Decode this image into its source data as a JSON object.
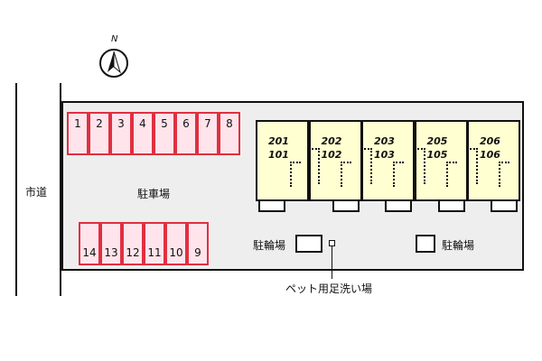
{
  "labels": {
    "road": "市道",
    "parking": "駐車場",
    "bike_left": "駐輪場",
    "bike_right": "駐輪場",
    "pet_wash": "ペット用足洗い場",
    "north": "N"
  },
  "parking_top": [
    "1",
    "2",
    "3",
    "4",
    "5",
    "6",
    "7",
    "8"
  ],
  "parking_bottom": [
    "14",
    "13",
    "12",
    "11",
    "10",
    "9"
  ],
  "units": [
    {
      "upper": "201",
      "lower": "101"
    },
    {
      "upper": "202",
      "lower": "102"
    },
    {
      "upper": "203",
      "lower": "103"
    },
    {
      "upper": "205",
      "lower": "105"
    },
    {
      "upper": "206",
      "lower": "106"
    }
  ],
  "colors": {
    "parking_border": "#e03040",
    "parking_fill": "#ffe4ec",
    "building_fill": "#ffffd2",
    "lot_fill": "#eeeeee"
  }
}
